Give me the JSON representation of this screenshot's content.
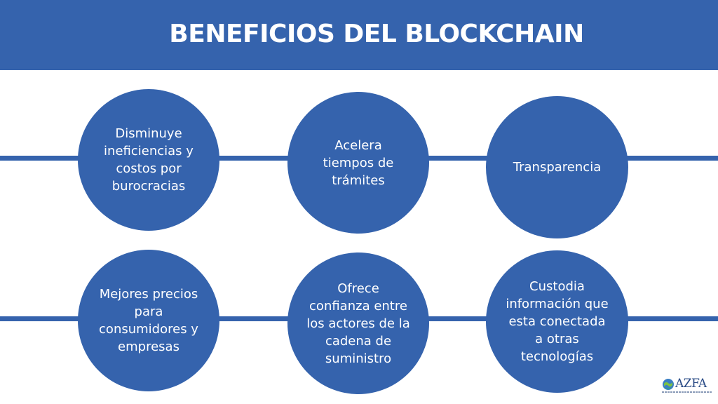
{
  "title": "BENEFICIOS DEL BLOCKCHAIN",
  "colors": {
    "primary": "#3563ad",
    "background": "#ffffff",
    "text_on_primary": "#ffffff"
  },
  "benefits": [
    {
      "text": "Disminuye ineficiencias y costos por burocracias"
    },
    {
      "text": "Acelera tiempos de trámites"
    },
    {
      "text": "Transparencia"
    },
    {
      "text": "Mejores precios para consumidores y empresas"
    },
    {
      "text": "Ofrece confianza entre los actores de la cadena de suministro"
    },
    {
      "text": "Custodia información que esta conectada a otras tecnologías"
    }
  ],
  "logo": {
    "text": "AZFA",
    "icon": "globe-logo-icon"
  }
}
